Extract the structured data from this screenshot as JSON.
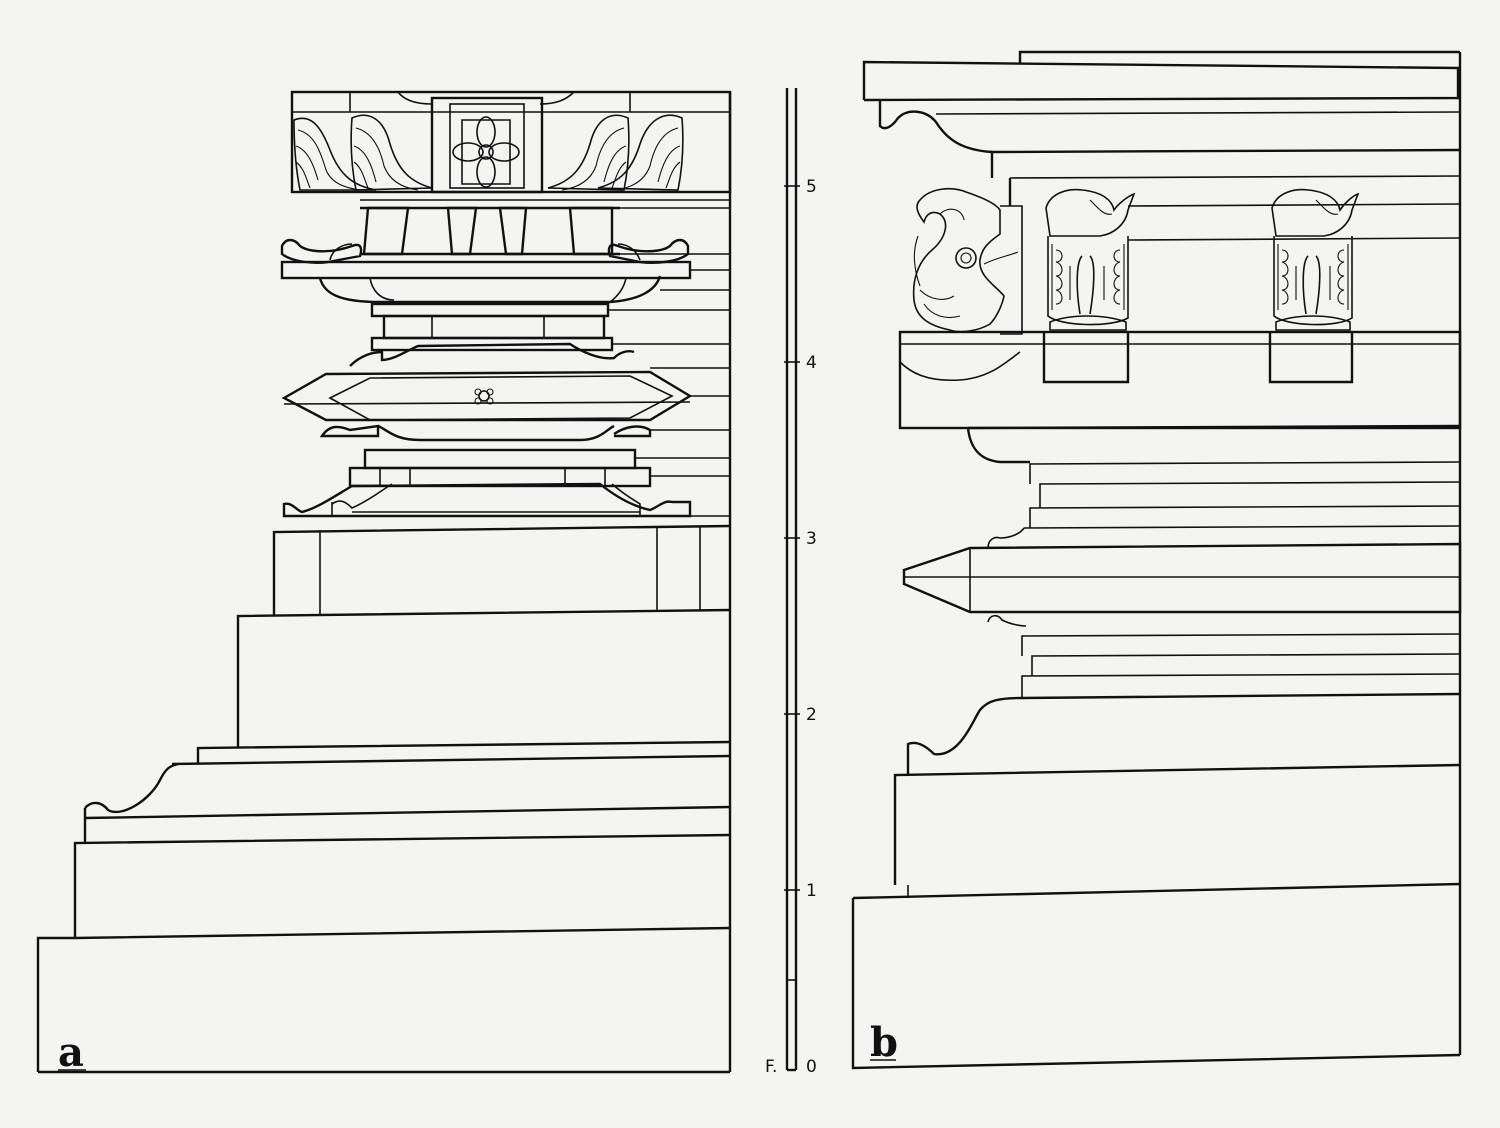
{
  "panels": {
    "a": {
      "label": "a"
    },
    "b": {
      "label": "b"
    }
  },
  "scale": {
    "unit": "F.",
    "ticks": [
      "0",
      "1",
      "2",
      "3",
      "4",
      "5"
    ]
  },
  "colors": {
    "ink": "#111111",
    "paper": "#f4f4f2"
  }
}
